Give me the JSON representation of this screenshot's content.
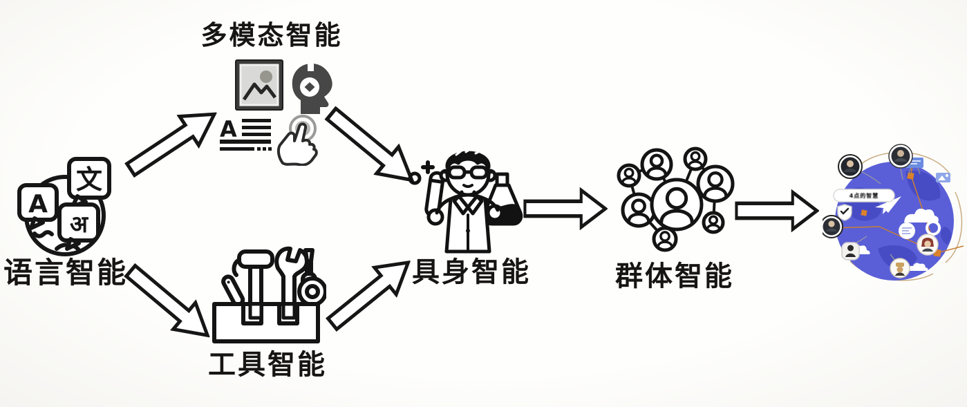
{
  "diagram": {
    "background": "#fbfbf9",
    "ink_color": "#161616",
    "globe_blue": "#5a5fd7",
    "globe_patch_blue": "#474cc4",
    "orange_accent": "#d9822b",
    "nodes": [
      {
        "id": "language",
        "label": "语言智能",
        "icon": "translation-globe-icon"
      },
      {
        "id": "multimodal",
        "label": "多模态智能",
        "icons": [
          "image-icon",
          "audio-head-icon",
          "text-lines-icon",
          "touch-gesture-icon"
        ]
      },
      {
        "id": "tool",
        "label": "工具智能",
        "icon": "toolbox-icon"
      },
      {
        "id": "embodied",
        "label": "具身智能",
        "icon": "scientist-icon"
      },
      {
        "id": "collective",
        "label": "群体智能",
        "icon": "people-network-icon"
      },
      {
        "id": "global",
        "label": "",
        "icon": "global-network-illustration",
        "pill_text": "4点的智慧"
      }
    ],
    "glyphs": {
      "bubble_latin": "A",
      "bubble_chinese": "文",
      "bubble_hindi": "अ",
      "text_icon_letter": "A"
    },
    "edges": [
      {
        "from": "language",
        "to": "multimodal"
      },
      {
        "from": "language",
        "to": "tool"
      },
      {
        "from": "multimodal",
        "to": "embodied"
      },
      {
        "from": "tool",
        "to": "embodied"
      },
      {
        "from": "embodied",
        "to": "collective"
      },
      {
        "from": "collective",
        "to": "global"
      }
    ]
  }
}
